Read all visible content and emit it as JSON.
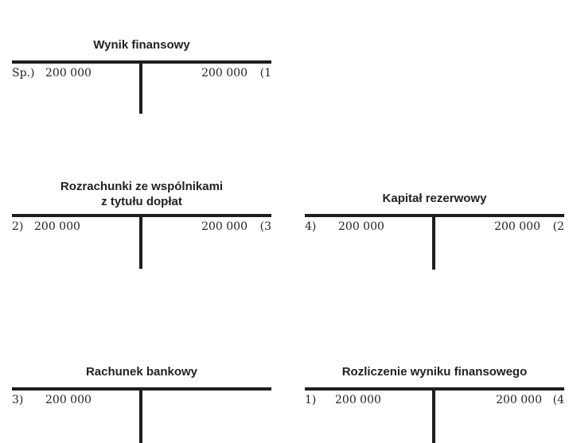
{
  "accounts": [
    {
      "title": "Wynik finansowy",
      "debit_ref": "Sp.)",
      "debit_amount": "200 000",
      "credit_amount": "200 000",
      "credit_ref": "(1"
    },
    {
      "title": "Rozrachunki ze wspólnikami\nz tytułu dopłat",
      "debit_ref": "2)",
      "debit_amount": "200 000",
      "credit_amount": "200 000",
      "credit_ref": "(3"
    },
    {
      "title": "Kapitał rezerwowy",
      "debit_ref": "4)",
      "debit_amount": "200 000",
      "credit_amount": "200 000",
      "credit_ref": "(2"
    },
    {
      "title": "Rachunek bankowy",
      "debit_ref": "3)",
      "debit_amount": "200 000",
      "credit_amount": "",
      "credit_ref": ""
    },
    {
      "title": "Rozliczenie wyniku finansowego",
      "debit_ref": "1)",
      "debit_amount": "200 000",
      "credit_amount": "200 000",
      "credit_ref": "(4"
    }
  ]
}
